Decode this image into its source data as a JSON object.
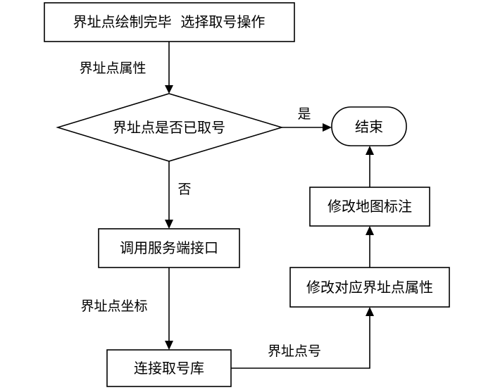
{
  "nodes": {
    "start": "界址点绘制完毕  选择取号操作",
    "decision": "界址点是否已取号",
    "end": "结束",
    "call_api": "调用服务端接口",
    "connect_db": "连接取号库",
    "modify_attr": "修改对应界址点属性",
    "modify_map": "修改地图标注"
  },
  "edges": {
    "start_to_decision": "界址点属性",
    "decision_yes": "是",
    "decision_no": "否",
    "call_to_connect": "界址点坐标",
    "connect_to_modify": "界址点号"
  }
}
